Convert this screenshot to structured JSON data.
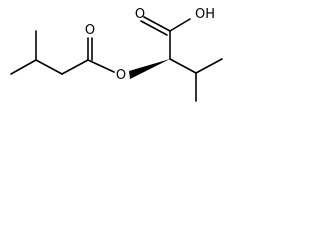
{
  "molecule": {
    "atoms": {
      "acid_oxygen": "O",
      "hydroxyl": "OH",
      "ester_oxygen": "O",
      "ester_ring_oxygen": "O"
    }
  },
  "colors": {
    "bond": "#000000",
    "label": "#000000",
    "background": "#ffffff"
  }
}
